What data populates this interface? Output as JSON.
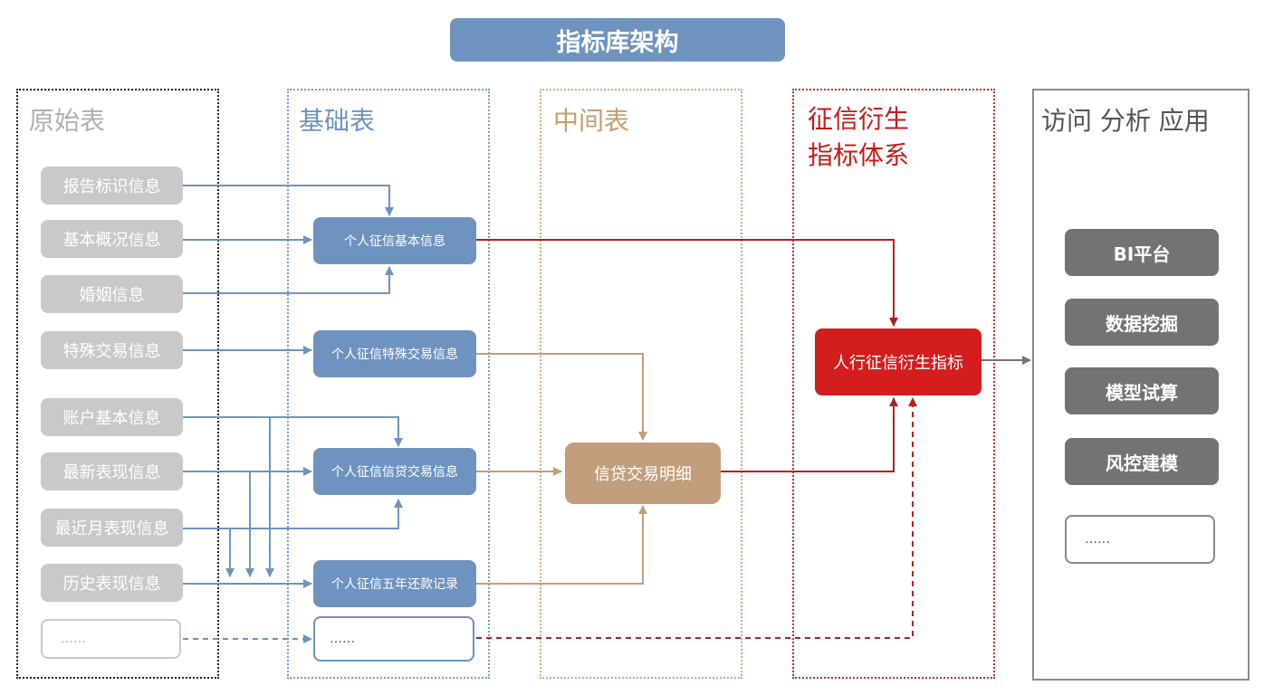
{
  "title": "指标库架构",
  "columns": {
    "raw": "原始表",
    "base": "基础表",
    "mid": "中间表",
    "index": "征信衍生\n指标体系",
    "app": "访问 分析 应用"
  },
  "raw_items": [
    "报告标识信息",
    "基本概况信息",
    "婚姻信息",
    "特殊交易信息",
    "账户基本信息",
    "最新表现信息",
    "最近月表现信息",
    "历史表现信息"
  ],
  "raw_more": "……",
  "base_items": [
    "个人征信基本信息",
    "个人征信特殊交易信息",
    "个人征信信贷交易信息",
    "个人征信五年还款记录"
  ],
  "base_more": "……",
  "mid_item": "信贷交易明细",
  "index_item": "人行征信衍生指标",
  "app_items": [
    "BI平台",
    "数据挖掘",
    "模型试算",
    "风控建模"
  ],
  "app_more": "……",
  "colors": {
    "blue": "#6f93bf",
    "tan": "#c29e7c",
    "red": "#d41e1e",
    "gray": "#737373"
  }
}
